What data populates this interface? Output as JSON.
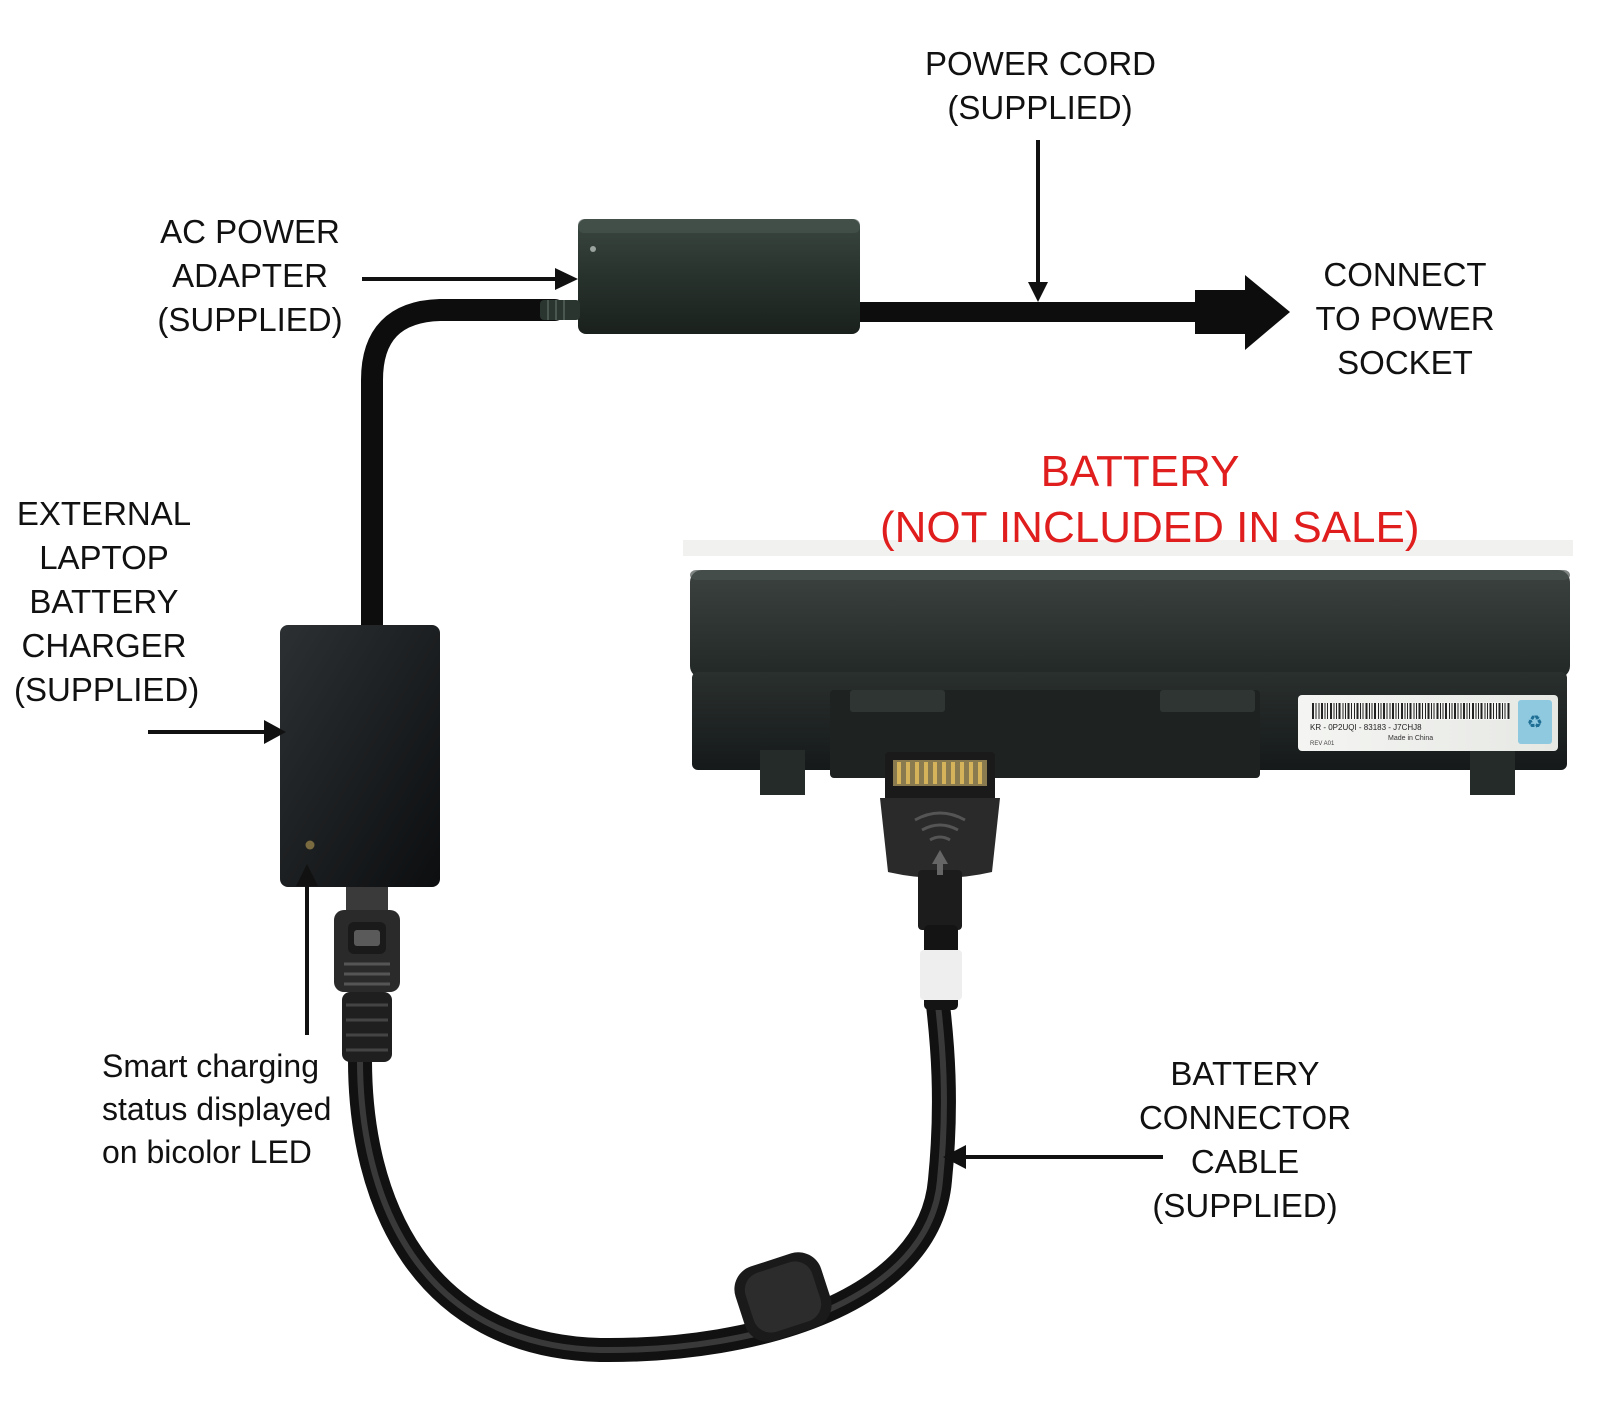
{
  "labels": {
    "power_cord": [
      "POWER CORD",
      "(SUPPLIED)"
    ],
    "ac_adapter": [
      "AC POWER",
      "ADAPTER",
      "(SUPPLIED)"
    ],
    "power_socket": [
      "CONNECT",
      "TO POWER",
      "SOCKET"
    ],
    "battery_title": [
      "BATTERY",
      "(NOT INCLUDED IN SALE)"
    ],
    "external_charger": [
      "EXTERNAL",
      "LAPTOP",
      "BATTERY",
      "CHARGER",
      "(SUPPLIED)"
    ],
    "led_note": [
      "Smart charging",
      "status displayed",
      "on bicolor LED"
    ],
    "connector_cable": [
      "BATTERY",
      "CONNECTOR",
      "CABLE",
      "(SUPPLIED)"
    ]
  },
  "battery_sticker": {
    "serial": "KR - 0P2UQI - 83183 - J7CHJ8",
    "rev": "REV A01",
    "origin": "Made in China"
  },
  "colors": {
    "text": "#111111",
    "highlight": "#e01e1e",
    "device_body": "#1e2420",
    "cable": "#0d0d0d"
  }
}
